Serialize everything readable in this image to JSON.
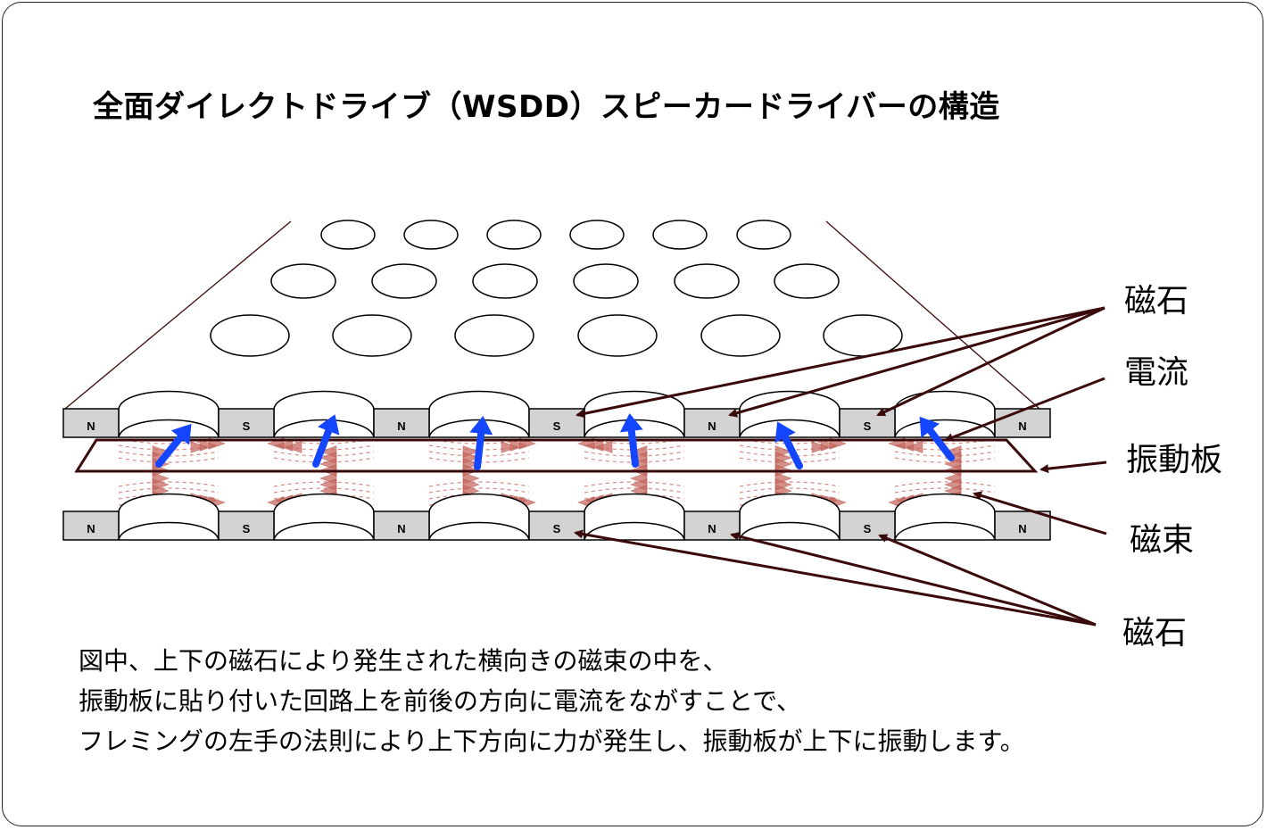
{
  "title": "全面ダイレクトドライブ（WSDD）スピーカードライバーの構造",
  "callouts": {
    "magnet_top": "磁石",
    "current": "電流",
    "diaphragm": "振動板",
    "flux": "磁束",
    "magnet_bottom": "磁石"
  },
  "magnet_poles": [
    "N",
    "S",
    "N",
    "S",
    "N",
    "S",
    "N"
  ],
  "description": [
    "図中、上下の磁石により発生された横向きの磁束の中を、",
    "振動板に貼り付いた回路上を前後の方向に電流をながすことで、",
    "フレミングの左手の法則により上下方向に力が発生し、振動板が上下に振動します。"
  ],
  "colors": {
    "force_arrow": "#1446ff",
    "flux_line": "#d98a84",
    "flux_arrowhead": "#c76a62",
    "leader_line": "#3a0a0a",
    "magnet_fill": "#d3d3d3"
  }
}
